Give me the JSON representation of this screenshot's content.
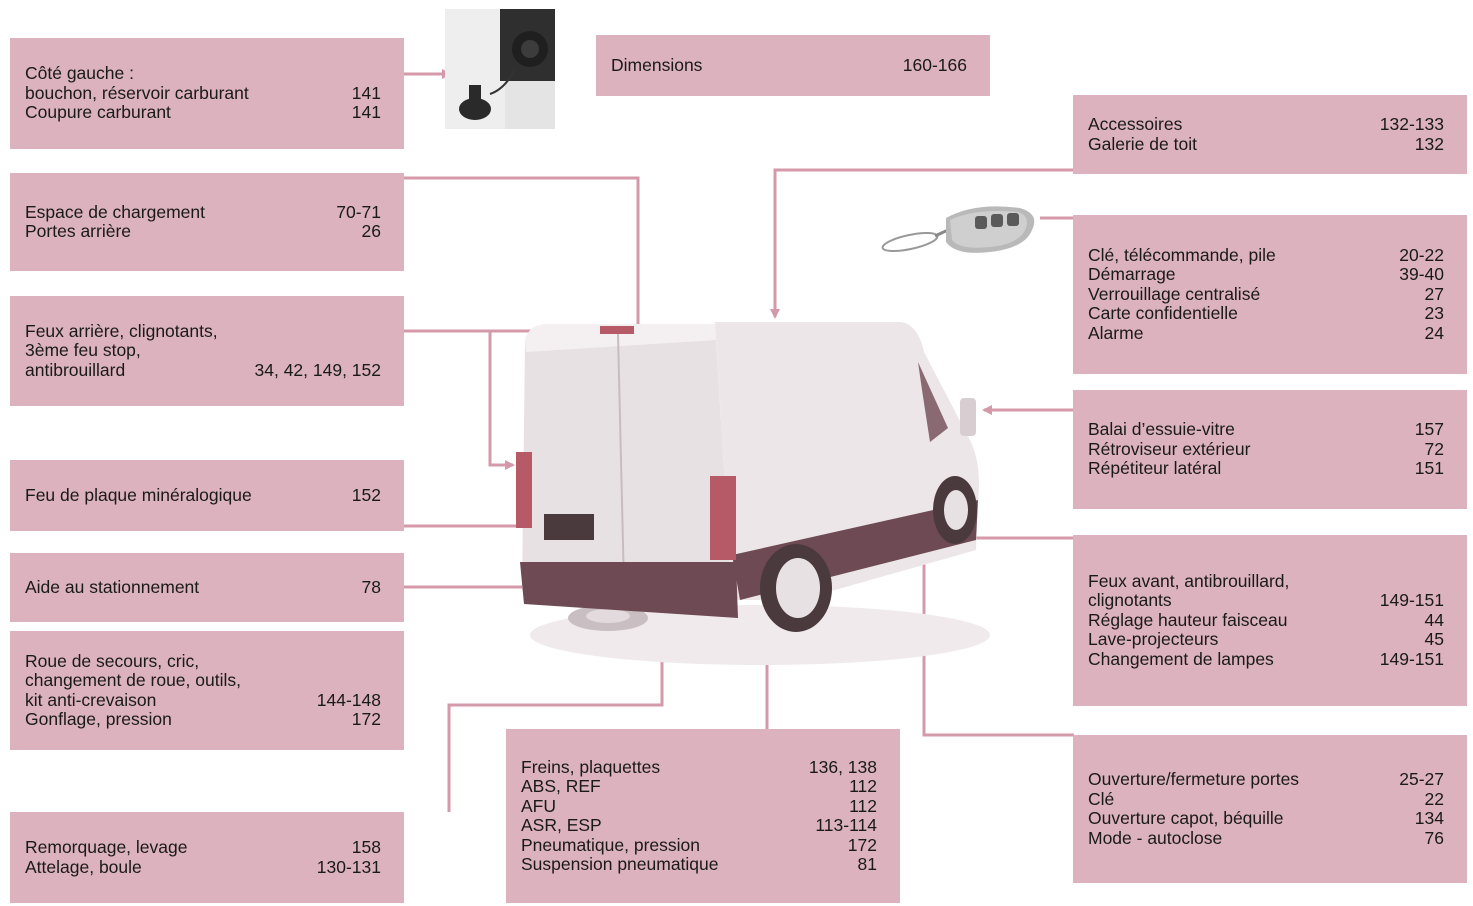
{
  "colors": {
    "box_bg": "#dbb2bd",
    "line": "#d49aa9",
    "text": "#1a1a1a"
  },
  "boxes": [
    {
      "id": "fuel",
      "rows": [
        {
          "label": "Côté gauche :",
          "page": ""
        },
        {
          "label": "bouchon, réservoir carburant",
          "page": "141"
        },
        {
          "label": "Coupure carburant",
          "page": "141"
        }
      ]
    },
    {
      "id": "cargo",
      "rows": [
        {
          "label": "Espace de chargement",
          "page": "70-71"
        },
        {
          "label": "Portes arrière",
          "page": "26"
        }
      ]
    },
    {
      "id": "rear-lights",
      "rows": [
        {
          "label": "Feux arrière, clignotants,",
          "page": ""
        },
        {
          "label": "3ème feu stop,",
          "page": ""
        },
        {
          "label": "antibrouillard",
          "page": "34, 42, 149, 152"
        }
      ]
    },
    {
      "id": "plate-light",
      "rows": [
        {
          "label": "Feu de plaque minéralogique",
          "page": "152"
        }
      ]
    },
    {
      "id": "parking",
      "rows": [
        {
          "label": "Aide au stationnement",
          "page": "78"
        }
      ]
    },
    {
      "id": "spare-wheel",
      "rows": [
        {
          "label": "Roue de secours, cric,",
          "page": ""
        },
        {
          "label": "changement de roue, outils,",
          "page": ""
        },
        {
          "label": "kit anti-crevaison",
          "page": "144-148"
        },
        {
          "label": "Gonflage, pression",
          "page": "172"
        }
      ]
    },
    {
      "id": "towing",
      "rows": [
        {
          "label": "Remorquage, levage",
          "page": "158"
        },
        {
          "label": "Attelage, boule",
          "page": "130-131"
        }
      ]
    },
    {
      "id": "dimensions",
      "rows": [
        {
          "label": "Dimensions",
          "page": "160-166"
        }
      ]
    },
    {
      "id": "accessories",
      "rows": [
        {
          "label": "Accessoires",
          "page": "132-133"
        },
        {
          "label": "Galerie de toit",
          "page": "132"
        }
      ]
    },
    {
      "id": "key",
      "rows": [
        {
          "label": "Clé, télécommande, pile",
          "page": "20-22"
        },
        {
          "label": "Démarrage",
          "page": "39-40"
        },
        {
          "label": "Verrouillage centralisé",
          "page": "27"
        },
        {
          "label": "Carte confidentielle",
          "page": "23"
        },
        {
          "label": "Alarme",
          "page": "24"
        }
      ]
    },
    {
      "id": "wiper",
      "rows": [
        {
          "label": "Balai d’essuie-vitre",
          "page": "157"
        },
        {
          "label": "Rétroviseur extérieur",
          "page": "72"
        },
        {
          "label": "Répétiteur latéral",
          "page": "151"
        }
      ]
    },
    {
      "id": "front-lights",
      "rows": [
        {
          "label": "Feux avant, antibrouillard,",
          "page": ""
        },
        {
          "label": "clignotants",
          "page": "149-151"
        },
        {
          "label": "Réglage hauteur faisceau",
          "page": "44"
        },
        {
          "label": "Lave-projecteurs",
          "page": "45"
        },
        {
          "label": "Changement de lampes",
          "page": "149-151"
        }
      ]
    },
    {
      "id": "brakes",
      "rows": [
        {
          "label": "Freins, plaquettes",
          "page": "136, 138"
        },
        {
          "label": "ABS, REF",
          "page": "112"
        },
        {
          "label": "AFU",
          "page": "112"
        },
        {
          "label": "ASR, ESP",
          "page": "113-114"
        },
        {
          "label": "Pneumatique, pression",
          "page": "172"
        },
        {
          "label": "Suspension pneumatique",
          "page": "81"
        }
      ]
    },
    {
      "id": "doors",
      "rows": [
        {
          "label": "Ouverture/fermeture portes",
          "page": "25-27"
        },
        {
          "label": "Clé",
          "page": "22"
        },
        {
          "label": "Ouverture capot, béquille",
          "page": "134"
        },
        {
          "label": "Mode - autoclose",
          "page": "76"
        }
      ]
    }
  ]
}
